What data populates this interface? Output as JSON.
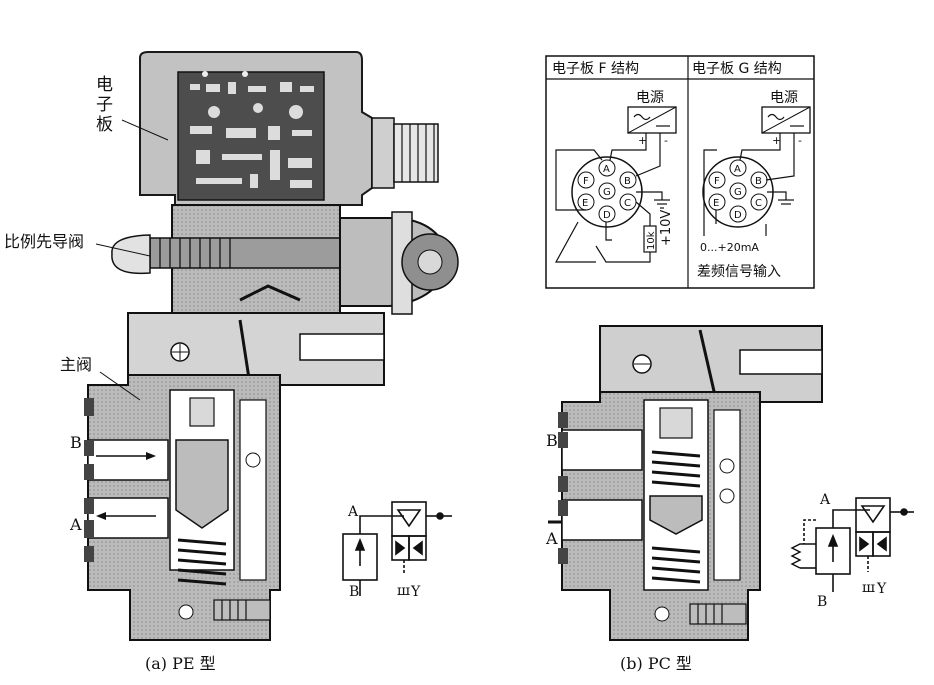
{
  "pe": {
    "label_board": "电子板",
    "label_board_chars": [
      "电",
      "子",
      "板"
    ],
    "label_pilot": "比例先导阀",
    "label_main": "主阀",
    "port_b": "B",
    "port_a": "A",
    "caption": "(a)  PE 型"
  },
  "pe_symbol": {
    "port_a": "A",
    "port_b": "B",
    "port_y": "Y",
    "drain": "ш"
  },
  "wiring": {
    "panel_f_title": "电子板 F 结构",
    "panel_g_title": "电子板 G 结构",
    "power_f": "电源",
    "power_g": "电源",
    "plus": "+",
    "minus": "-",
    "pins": [
      "A",
      "B",
      "C",
      "D",
      "E",
      "F",
      "G"
    ],
    "voltage": "+10V",
    "resistor": "10k",
    "current": "0...+20mA",
    "signal_input": "差频信号输入"
  },
  "pc": {
    "port_b": "B",
    "port_a": "A",
    "caption": "(b)  PC 型"
  },
  "pc_symbol": {
    "port_a": "A",
    "port_b": "B",
    "port_y": "Y",
    "drain": "ш"
  },
  "colors": {
    "ink": "#1a1a1a",
    "casting": "#bdbdbd",
    "board": "#5a5a5a",
    "paper": "#ffffff"
  }
}
